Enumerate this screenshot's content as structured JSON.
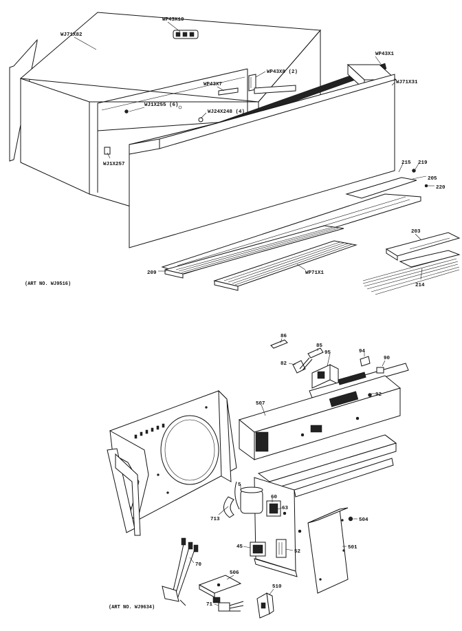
{
  "top_assembly": {
    "art_no": "(ART NO. WJ9516)",
    "labels": {
      "wp43x10": "WP43X10",
      "wj71x82": "WJ71X82",
      "wp43x1": "WP43X1",
      "wp43x8_2": "WP43X8 (2)",
      "wj71x31": "WJ71X31",
      "wp43x7": "WP43X7",
      "wj1x255": "WJ1X255 (6)",
      "wj24x248": "WJ24X248 (4)",
      "wj1x257": "WJ1X257",
      "n215": "215",
      "n219": "219",
      "n205": "205",
      "n220": "220",
      "n203": "203",
      "n209": "209",
      "wp71x1": "WP71X1",
      "n214": "214"
    }
  },
  "bottom_assembly": {
    "art_no": "(ART NO. WJ9634)",
    "labels": {
      "n86": "86",
      "n85": "85",
      "n82": "82",
      "n95": "95",
      "n94": "94",
      "n90": "90",
      "n92": "92",
      "n507": "507",
      "n5": "5",
      "n713": "713",
      "n60": "60",
      "n63": "63",
      "n504": "504",
      "n45": "45",
      "n52": "52",
      "n501": "501",
      "n70": "70",
      "n506": "506",
      "n71": "71",
      "n510": "510"
    }
  }
}
